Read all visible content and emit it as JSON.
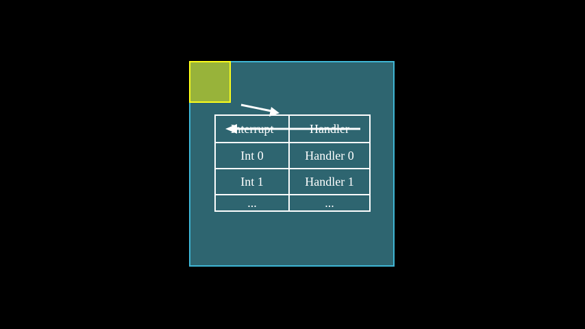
{
  "colors": {
    "background": "#000000",
    "panel_fill": "#2e6570",
    "panel_border": "#3fb7d6",
    "corner_fill": "#98b33a",
    "corner_border": "#ffff1a",
    "foreground": "#ffffff"
  },
  "table": {
    "headers": [
      "Interrupt",
      "Handler"
    ],
    "rows": [
      [
        "Int 0",
        "Handler 0"
      ],
      [
        "Int 1",
        "Handler 1"
      ],
      [
        "...",
        "..."
      ]
    ]
  },
  "arrows": [
    {
      "name": "arrow-into-table",
      "direction": "right"
    },
    {
      "name": "arrow-across-header",
      "direction": "left"
    }
  ]
}
